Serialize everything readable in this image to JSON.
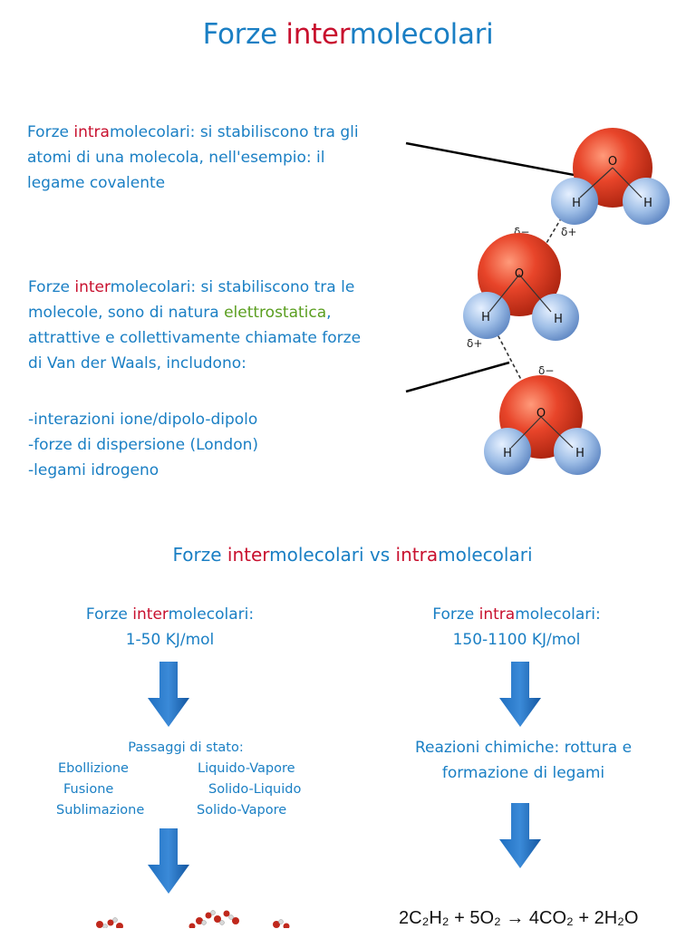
{
  "title": {
    "pre": "Forze ",
    "red": "inter",
    "post": "molecolari"
  },
  "intra_def": {
    "line1_pre": "Forze ",
    "line1_red": "intra",
    "line1_post": "molecolari: si stabiliscono tra gli",
    "line2": "atomi di una molecola, nell'esempio: il",
    "line3": "legame covalente"
  },
  "inter_def": {
    "line1_pre": "Forze ",
    "line1_red": "inter",
    "line1_post": "molecolari: si stabiliscono tra le",
    "line2_pre": "molecole, sono di natura ",
    "line2_green": "elettrostatica",
    "line2_post": ",",
    "line3": "attrattive e collettivamente chiamate forze",
    "line4": "di Van der Waals, includono:",
    "items": [
      "-interazioni ione/dipolo-dipolo",
      "-forze di dispersione (London)",
      "-legami idrogeno"
    ]
  },
  "diagram": {
    "atom_o": "O",
    "atom_h": "H",
    "delta_minus": "δ−",
    "delta_plus": "δ+",
    "colors": {
      "oxygen": "#e8452a",
      "hydrogen": "#9dbde6"
    }
  },
  "subtitle": {
    "pre": "Forze ",
    "red1": "inter",
    "mid": "molecolari vs ",
    "red2": "intra",
    "post": "molecolari"
  },
  "left": {
    "head_pre": "Forze ",
    "head_red": "inter",
    "head_post": "molecolari:",
    "energy": "1-50 KJ/mol",
    "passaggi": "Passaggi di stato:",
    "rows": [
      {
        "name": "Ebollizione",
        "phase": "Liquido-Vapore"
      },
      {
        "name": "Fusione",
        "phase": "Solido-Liquido"
      },
      {
        "name": "Sublimazione",
        "phase": "Solido-Vapore"
      }
    ]
  },
  "right": {
    "head_pre": "Forze ",
    "head_red": "intra",
    "head_post": "molecolari:",
    "energy": "150-1100 KJ/mol",
    "reaz_line1": "Reazioni chimiche: rottura e",
    "reaz_line2": "formazione di legami"
  },
  "equation": {
    "text": "2C₂H₂ + 5O₂ → 4CO₂ + 2H₂O"
  },
  "colors": {
    "blue": "#1a7fc4",
    "red": "#c8102e",
    "green": "#5a9e1f",
    "arrow": "#1a67b5"
  }
}
